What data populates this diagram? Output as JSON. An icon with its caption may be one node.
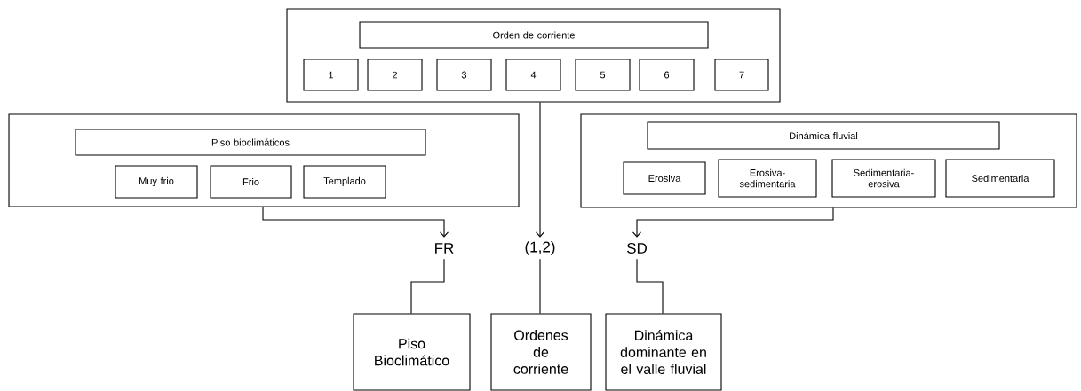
{
  "diagram": {
    "nodes": [
      {
        "text": [],
        "shape": "box"
      },
      {
        "text": [
          "Orden de corriente"
        ],
        "in": 0
      },
      {
        "text": [
          "1"
        ],
        "in": 0
      },
      {
        "text": [
          "2"
        ],
        "in": 0
      },
      {
        "text": [
          "3"
        ],
        "in": 0
      },
      {
        "text": [
          "4"
        ],
        "in": 0
      },
      {
        "text": [
          "5"
        ],
        "in": 0
      },
      {
        "text": [
          "6"
        ],
        "in": 0
      },
      {
        "text": [
          "7"
        ],
        "in": 0
      },
      {
        "text": [],
        "shape": "box"
      },
      {
        "text": [
          "Piso bioclimáticos"
        ],
        "in": 9
      },
      {
        "text": [
          "Muy frio"
        ],
        "in": 9
      },
      {
        "text": [
          "Frio"
        ],
        "in": 9
      },
      {
        "text": [
          "Templado"
        ],
        "in": 9
      },
      {
        "text": [],
        "shape": "box"
      },
      {
        "text": [
          "Dinámica fluvial"
        ],
        "in": 14
      },
      {
        "text": [
          "Erosiva"
        ],
        "in": 14
      },
      {
        "text": [
          "Erosiva- sedimentaria"
        ],
        "in": 14
      },
      {
        "text": [
          "Sedimentaria- erosiva"
        ],
        "in": 14
      },
      {
        "text": [
          "Sedimentaria"
        ],
        "in": 14
      },
      {
        "text": [
          "FR"
        ]
      },
      {
        "text": [
          "(1,2)"
        ]
      },
      {
        "text": [
          "SD"
        ]
      },
      {
        "text": [
          "Piso Bioclimático"
        ]
      },
      {
        "text": [
          "Ordenes de corriente"
        ]
      },
      {
        "text": [
          "Dinámica dominante en el valle fluvial"
        ]
      }
    ],
    "edges": [
      {
        "from": 9,
        "to": 20,
        "arrow": "to"
      },
      {
        "from": 0,
        "to": 21,
        "arrow": "to"
      },
      {
        "from": 14,
        "to": 22,
        "arrow": "to"
      },
      {
        "from": 20,
        "to": 23,
        "arrow": "none"
      },
      {
        "from": 21,
        "to": 24,
        "arrow": "none"
      },
      {
        "from": 22,
        "to": 25,
        "arrow": "none"
      }
    ]
  }
}
